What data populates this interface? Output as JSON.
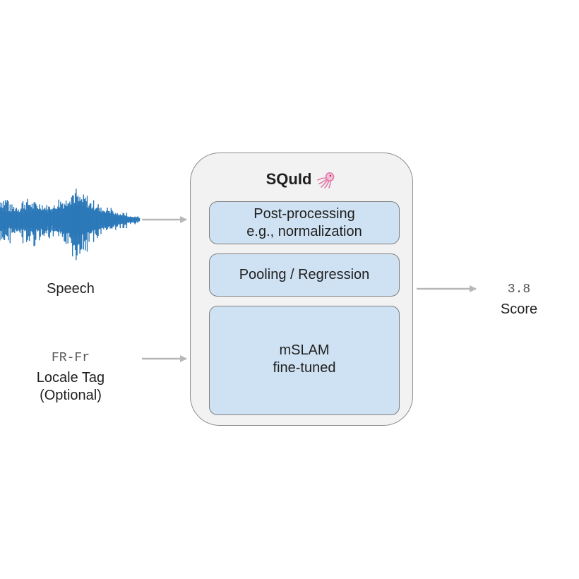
{
  "diagram": {
    "inputs": {
      "speech_label": "Speech",
      "locale_value": "FR-Fr",
      "locale_label": "Locale Tag",
      "locale_note": "(Optional)"
    },
    "model": {
      "title": "SQuId",
      "title_icon": "squid-icon",
      "stages": [
        {
          "line1": "Post-processing",
          "line2": "e.g., normalization"
        },
        {
          "line1": "Pooling / Regression",
          "line2": ""
        },
        {
          "line1": "mSLAM",
          "line2": "fine-tuned"
        }
      ]
    },
    "output": {
      "score_value": "3.8",
      "score_label": "Score"
    },
    "colors": {
      "waveform": "#2b78b8",
      "stage_fill": "#cfe2f3",
      "container_fill": "#f2f2f2",
      "arrow": "#b7b7b7",
      "squid_icon": "#e07aa8"
    }
  }
}
